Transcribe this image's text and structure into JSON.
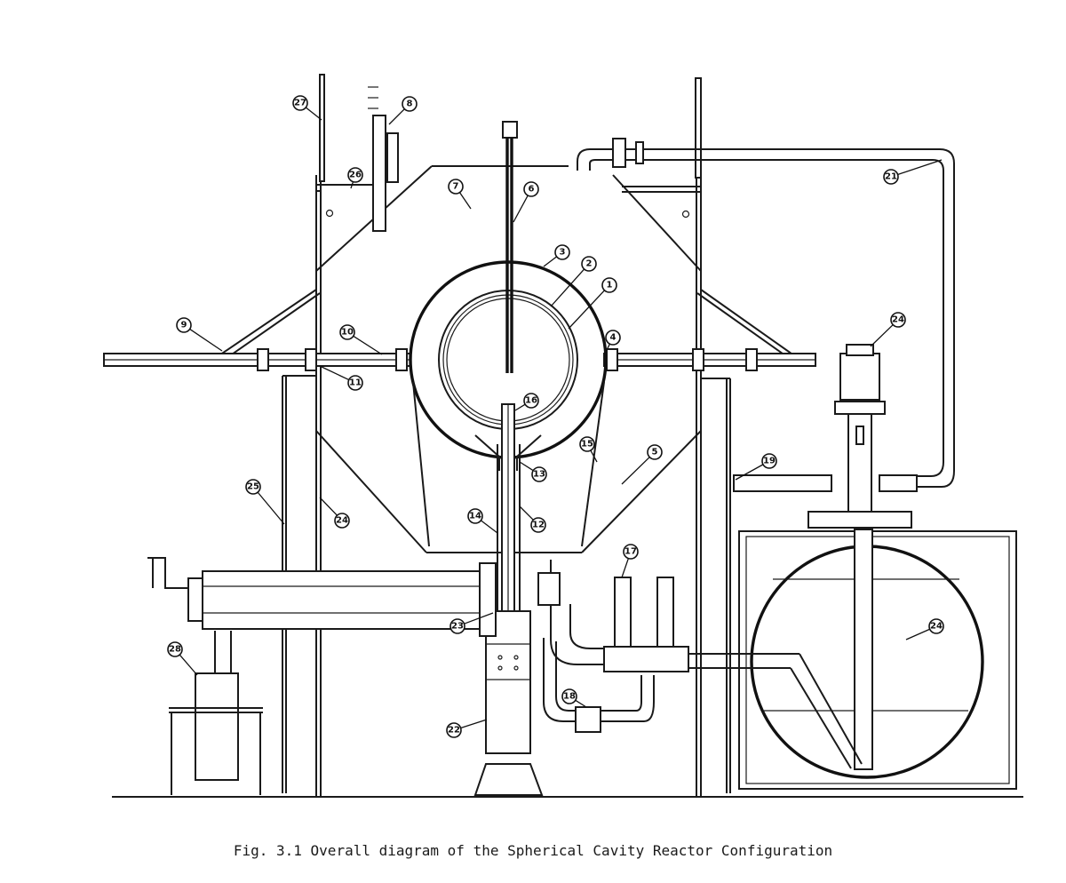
{
  "caption": "Fig. 3.1 Overall diagram of the Spherical Cavity Reactor Configuration",
  "callouts": [
    {
      "n": "1"
    },
    {
      "n": "2"
    },
    {
      "n": "3"
    },
    {
      "n": "4"
    },
    {
      "n": "5"
    },
    {
      "n": "6"
    },
    {
      "n": "7"
    },
    {
      "n": "8"
    },
    {
      "n": "9"
    },
    {
      "n": "10"
    },
    {
      "n": "11"
    },
    {
      "n": "12"
    },
    {
      "n": "13"
    },
    {
      "n": "14"
    },
    {
      "n": "15"
    },
    {
      "n": "16"
    },
    {
      "n": "17"
    },
    {
      "n": "18"
    },
    {
      "n": "19"
    },
    {
      "n": "21"
    },
    {
      "n": "22"
    },
    {
      "n": "23"
    },
    {
      "n": "24"
    },
    {
      "n": "24"
    },
    {
      "n": "25"
    },
    {
      "n": "26"
    },
    {
      "n": "27"
    },
    {
      "n": "28"
    },
    {
      "n": "24"
    }
  ]
}
